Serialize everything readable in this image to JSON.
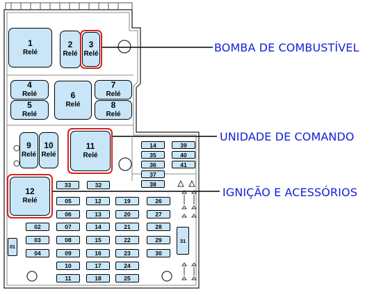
{
  "relays": [
    {
      "id": "r1",
      "num": "1",
      "label": "Relé"
    },
    {
      "id": "r2",
      "num": "2",
      "label": "Relé"
    },
    {
      "id": "r3",
      "num": "3",
      "label": "Relé"
    },
    {
      "id": "r4",
      "num": "4",
      "label": "Relé"
    },
    {
      "id": "r5",
      "num": "5",
      "label": "Relé"
    },
    {
      "id": "r6",
      "num": "6",
      "label": "Relé"
    },
    {
      "id": "r7",
      "num": "7",
      "label": "Relé"
    },
    {
      "id": "r8",
      "num": "8",
      "label": "Relé"
    },
    {
      "id": "r9",
      "num": "9",
      "label": "Relé"
    },
    {
      "id": "r10",
      "num": "10",
      "label": "Relé"
    },
    {
      "id": "r11",
      "num": "11",
      "label": "Relé"
    },
    {
      "id": "r12",
      "num": "12",
      "label": "Relé"
    }
  ],
  "fuses": {
    "left_column": [
      "02",
      "03",
      "04"
    ],
    "side": "01",
    "col_a": [
      "05",
      "06",
      "07",
      "08",
      "09",
      "10",
      "11"
    ],
    "col_b": [
      "12",
      "13",
      "14",
      "15",
      "16",
      "17",
      "18"
    ],
    "col_c": [
      "19",
      "20",
      "21",
      "22",
      "23",
      "24",
      "25"
    ],
    "col_d": [
      "26",
      "27",
      "28",
      "29",
      "30"
    ],
    "top_pair": [
      "33",
      "32"
    ],
    "upper_a": [
      "14",
      "35",
      "36",
      "37",
      "38"
    ],
    "upper_b": [
      "39",
      "40",
      "41"
    ],
    "tall": "31"
  },
  "callouts": {
    "pump": "BOMBA DE COMBUSTÍVEL",
    "control": "UNIDADE DE COMANDO",
    "ignition": "IGNIÇÃO E ACESSÓRIOS"
  },
  "colors": {
    "fill": "#c8e6f8",
    "highlight": "#d62020",
    "callout_text": "#1420d8"
  }
}
